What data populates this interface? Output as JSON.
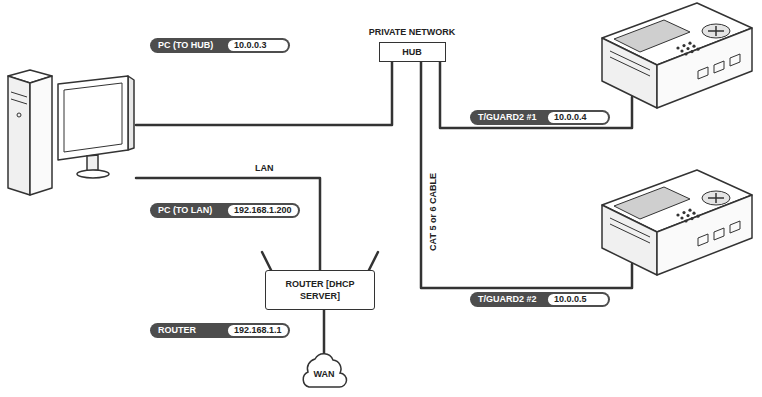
{
  "diagram": {
    "nodes": [
      {
        "text": [
          "PRIVATE NETWORK",
          "HUB"
        ]
      },
      {
        "text": [
          "PC (TO HUB)",
          "10.0.0.3"
        ]
      },
      {
        "text": [
          "T/GUARD2 #1",
          "10.0.0.4"
        ]
      },
      {
        "text": [
          "PC (TO LAN)",
          "192.168.1.200"
        ]
      },
      {
        "text": [
          "ROUTER [DHCP SERVER]"
        ]
      },
      {
        "text": [
          "T/GUARD2 #2",
          "10.0.0.5"
        ]
      },
      {
        "text": [
          "ROUTER",
          "192.168.1.1"
        ]
      },
      {
        "text": [
          "WAN"
        ]
      }
    ],
    "edges": [
      {
        "from": 4,
        "to": 7,
        "arrow": "none"
      }
    ],
    "labels": [
      "LAN",
      "CAT 5 or 6 CABLE"
    ]
  }
}
